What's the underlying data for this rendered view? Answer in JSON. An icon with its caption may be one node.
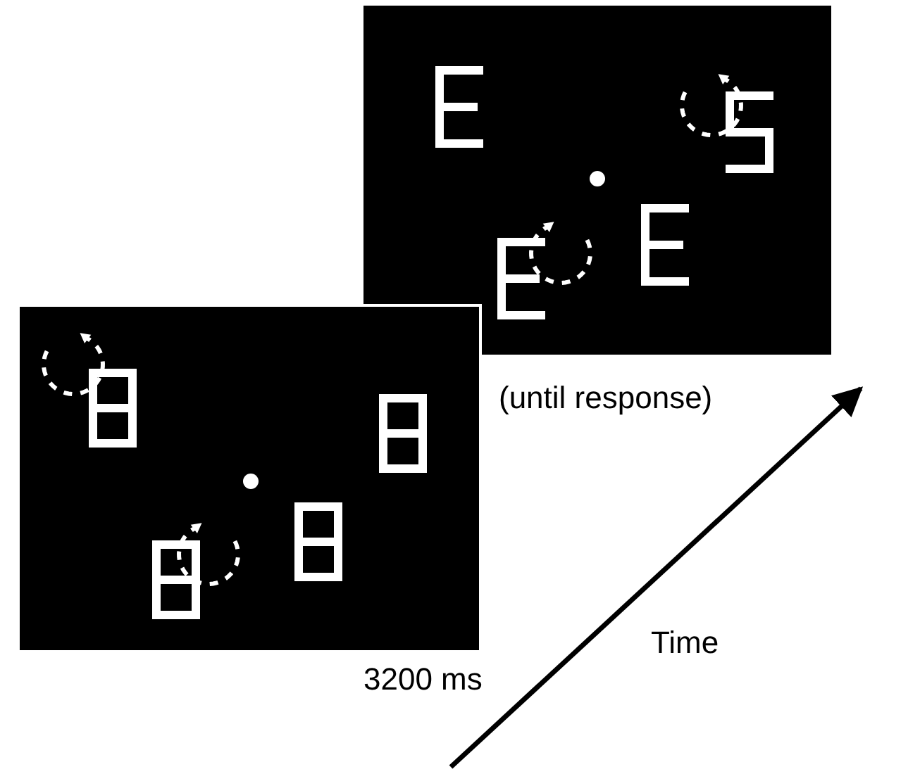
{
  "diagram": {
    "nodes": [
      {
        "text": [],
        "shape": "box",
        "beside": [
          "3200 ms"
        ]
      },
      {
        "text": [],
        "shape": "box",
        "beside": [
          "(until response)"
        ]
      }
    ],
    "labels": [
      "Time"
    ]
  }
}
